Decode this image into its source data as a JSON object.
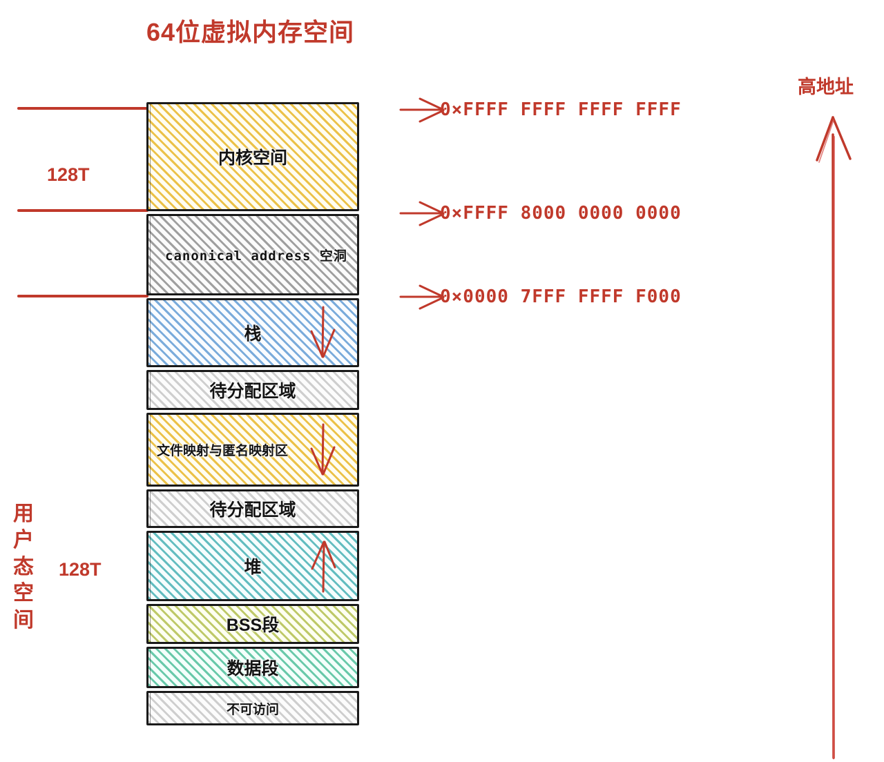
{
  "title": "64位虚拟内存空间",
  "diagram": {
    "high_address_label": "高地址",
    "user_space_label": "用户态空间",
    "size_labels": [
      {
        "text": "128T",
        "region": "kernel-space"
      },
      {
        "text": "128T",
        "region": "user-space"
      }
    ],
    "addresses": [
      {
        "value": "0×FFFF FFFF FFFF FFFF",
        "points_to": "top-of-kernel-space"
      },
      {
        "value": "0×FFFF 8000 0000 0000",
        "points_to": "bottom-of-kernel-space"
      },
      {
        "value": "0×0000 7FFF FFFF F000",
        "points_to": "top-of-user-space"
      }
    ],
    "blocks": [
      {
        "label": "内核空间",
        "fill": "h-yellow",
        "arrow": "none"
      },
      {
        "label": "canonical address 空洞",
        "fill": "h-gray",
        "arrow": "none"
      },
      {
        "label": "栈",
        "fill": "h-blue",
        "arrow": "down"
      },
      {
        "label": "待分配区域",
        "fill": "h-graylight",
        "arrow": "none"
      },
      {
        "label": "文件映射与匿名映射区",
        "fill": "h-yellow",
        "arrow": "down"
      },
      {
        "label": "待分配区域",
        "fill": "h-graylight",
        "arrow": "none"
      },
      {
        "label": "堆",
        "fill": "h-teal",
        "arrow": "up"
      },
      {
        "label": "BSS段",
        "fill": "h-olive",
        "arrow": "none"
      },
      {
        "label": "数据段",
        "fill": "h-mint",
        "arrow": "none"
      },
      {
        "label": "不可访问",
        "fill": "h-graylight",
        "arrow": "none"
      }
    ],
    "colors": {
      "accent_red": "#c0392b",
      "ink_black": "#1a1a1a",
      "kernel_yellow": "#e8b72a",
      "stack_blue": "#498ccd",
      "heap_teal": "#2aa4a8",
      "bss_olive": "#a3b22e",
      "data_mint": "#2eb288",
      "hole_gray": "#6e6e6e"
    }
  }
}
